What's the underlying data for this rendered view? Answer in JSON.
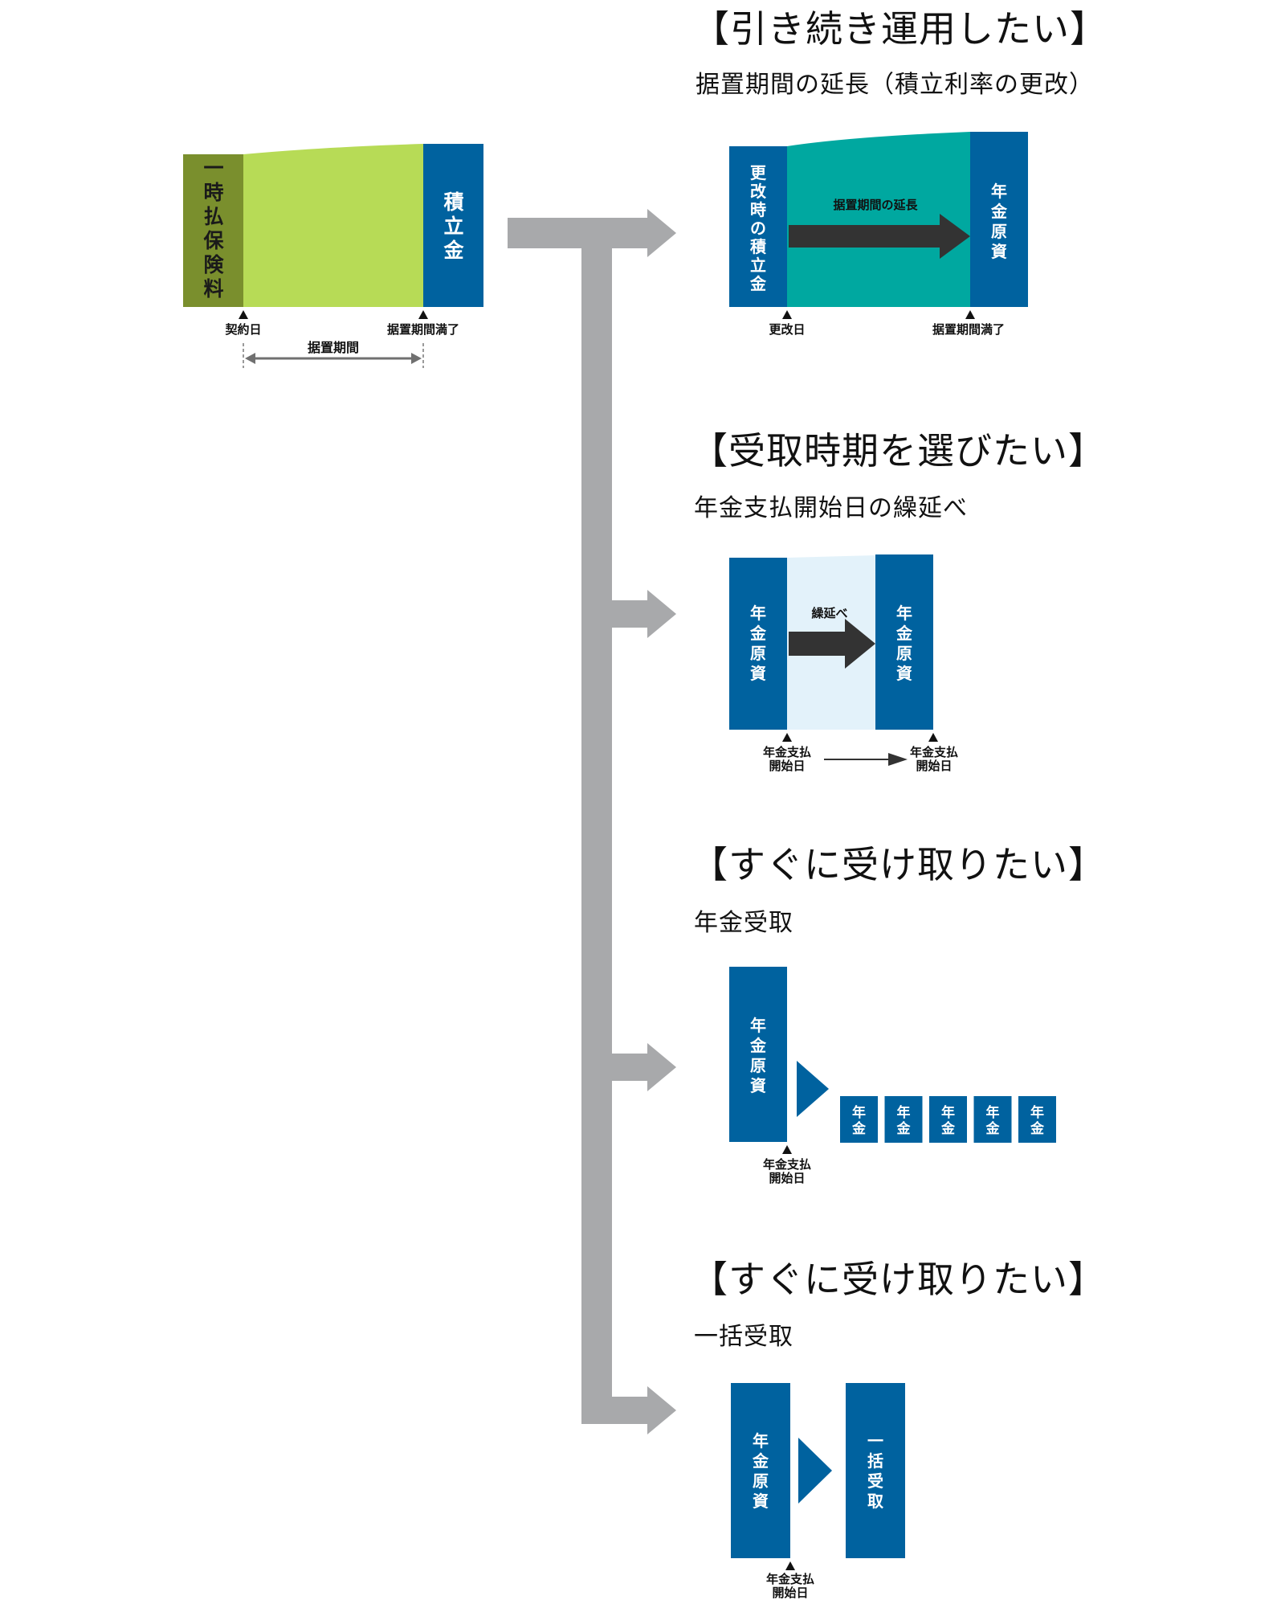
{
  "colors": {
    "blue": "#00629f",
    "olive": "#7a8f2d",
    "light_green": "#b7db56",
    "teal": "#00a8a0",
    "light_blue": "#e3f2fa",
    "gray_arrow": "#a8a9ab",
    "dark_arrow": "#333333"
  },
  "initial": {
    "premium_label": "一時払保険料",
    "reserve_label": "積立金",
    "contract_date": "契約日",
    "deferment_end": "据置期間満了",
    "deferment_period": "据置期間"
  },
  "sections": [
    {
      "title": "【引き続き運用したい】",
      "subtitle": "据置期間の延長（積立利率の更改）",
      "left_label": "更改時の積立金",
      "right_label": "年金原資",
      "arrow_label": "据置期間の延長",
      "left_date": "更改日",
      "right_date": "据置期間満了"
    },
    {
      "title": "【受取時期を選びたい】",
      "subtitle": "年金支払開始日の繰延べ",
      "left_label": "年金原資",
      "right_label": "年金原資",
      "arrow_label": "繰延べ",
      "left_date_l1": "年金支払",
      "left_date_l2": "開始日",
      "right_date_l1": "年金支払",
      "right_date_l2": "開始日"
    },
    {
      "title": "【すぐに受け取りたい】",
      "subtitle": "年金受取",
      "left_label": "年金原資",
      "annuity_labels": [
        "年金",
        "年金",
        "年金",
        "年金",
        "年金"
      ],
      "date_l1": "年金支払",
      "date_l2": "開始日"
    },
    {
      "title": "【すぐに受け取りたい】",
      "subtitle": "一括受取",
      "left_label": "年金原資",
      "right_label": "一括受取",
      "date_l1": "年金支払",
      "date_l2": "開始日"
    }
  ]
}
